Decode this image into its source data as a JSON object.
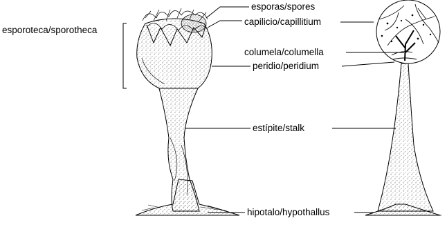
{
  "labels": {
    "spores": "esporas/spores",
    "capillitium": "capilicio/capillitium",
    "sporotheca": "esporoteca/sporotheca",
    "columella": "columela/columella",
    "peridium": "peridio/peridium",
    "stalk": "estípite/stalk",
    "hypothallus": "hipotalo/hypothallus"
  },
  "colors": {
    "ink": "#000000",
    "background": "#ffffff"
  }
}
